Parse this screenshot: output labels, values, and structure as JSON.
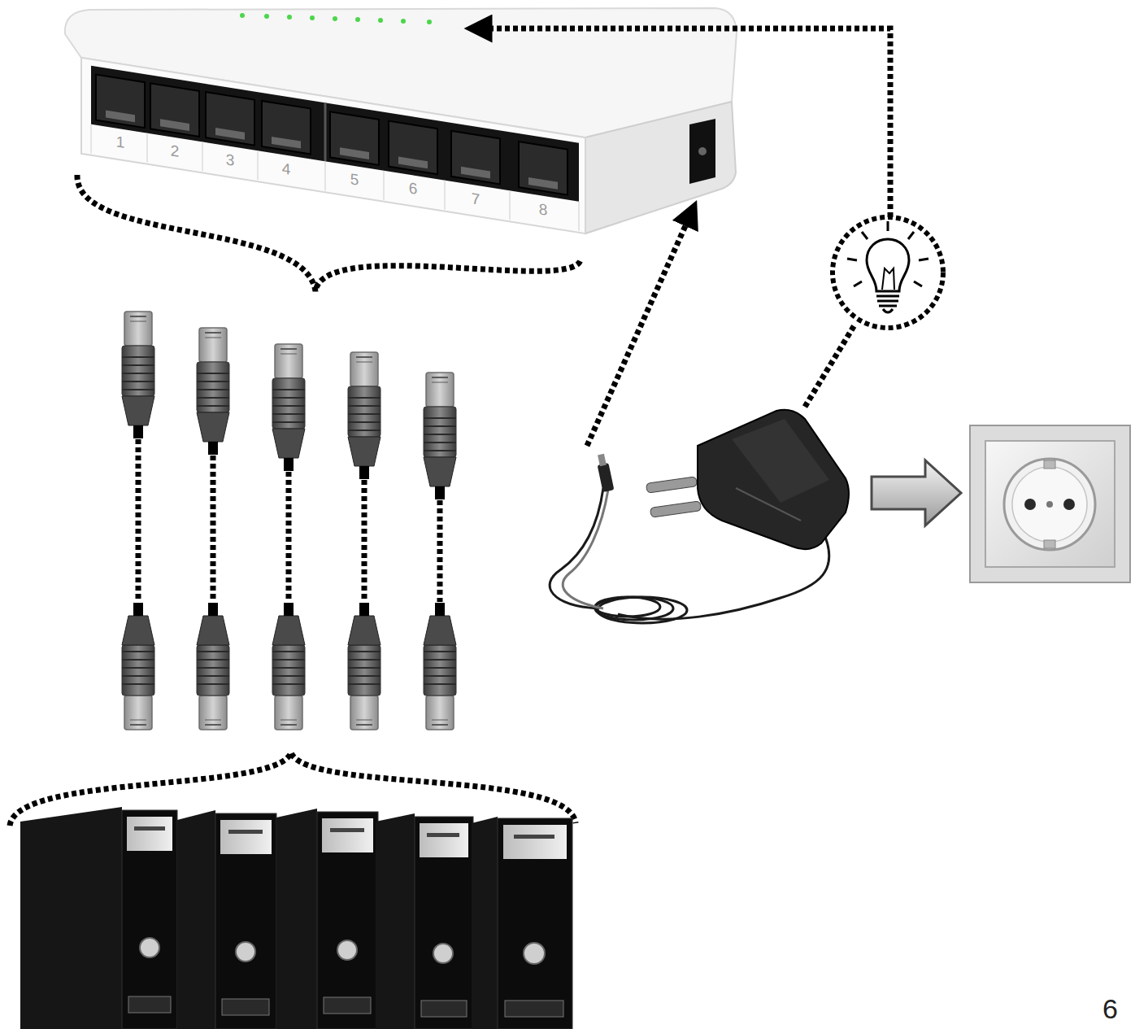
{
  "diagram": {
    "nodes": [
      {
        "text": [
          "1",
          "2",
          "3",
          "4",
          "5",
          "6",
          "7",
          "8"
        ]
      }
    ],
    "labels": [
      "6"
    ]
  }
}
